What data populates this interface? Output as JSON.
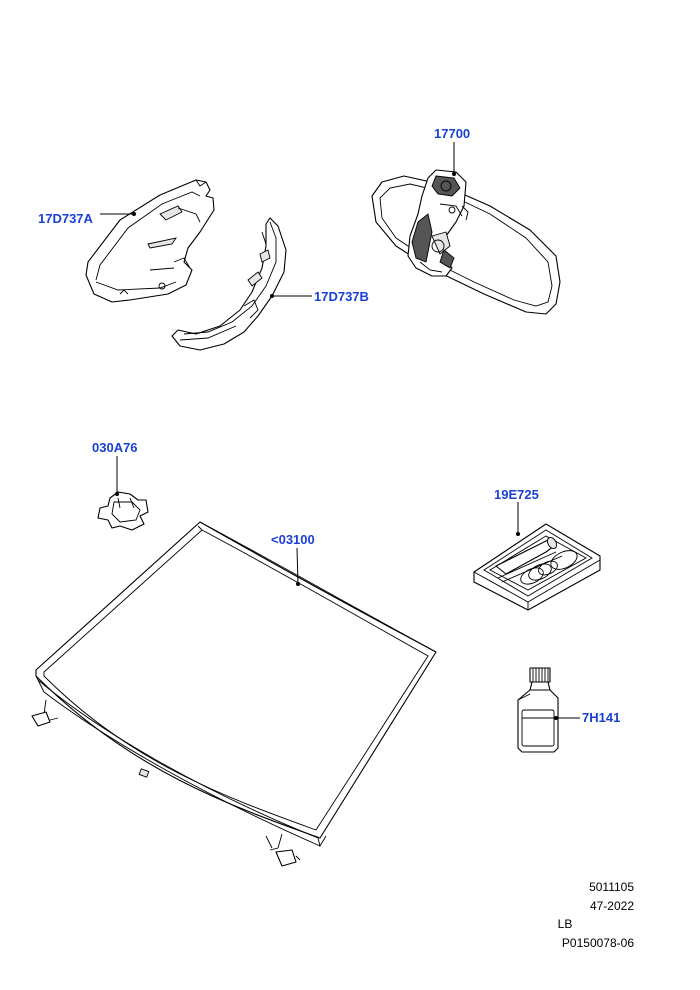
{
  "diagram": {
    "callouts": {
      "interior_mirror": "17700",
      "mirror_cover_a": "17D737A",
      "mirror_cover_b": "17D737B",
      "bracket": "030A76",
      "windshield": "<03100",
      "repair_kit": "19E725",
      "adhesive_bottle": "7H141"
    },
    "colors": {
      "callout": "#1a3fd6",
      "line": "#000000"
    }
  },
  "footer": {
    "line1": "5011105",
    "line2": "47-2022",
    "line3": "LB",
    "line4": "P0150078-06"
  }
}
